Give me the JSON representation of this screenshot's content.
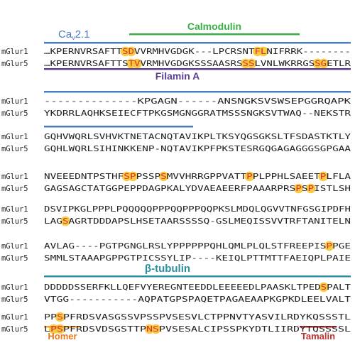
{
  "labels": {
    "cav": "Ca",
    "cav_sub": "v",
    "cav_rest": "2.1",
    "calmodulin": "Calmodulin",
    "filamin": "Filamin A",
    "btubulin": "β-tubulin",
    "homer": "Homer",
    "tamalin": "Tamalin"
  },
  "colors": {
    "blue": "#4a7cc0",
    "green": "#3aaf45",
    "purple": "#5b3f8c",
    "teal": "#2b8ea3",
    "orange": "#e8771c",
    "red": "#c0302e",
    "highlight": "#f7c433",
    "highlight_text": "#d9322a"
  },
  "blocks": [
    {
      "rows": [
        {
          "name": "mGlur1",
          "seq": "…KPERNVRSAFTTSDVVRMHVGDGK---LPCRSNTFLNIFRRK--------"
        },
        {
          "name": "mGlur5",
          "seq": "…KPERNVRSAFTTSTVVRMHVGDGKSSSAASRSSSLVNLWKRRGSSGETLR"
        }
      ]
    },
    {
      "rows": [
        {
          "name": "mGlur1",
          "seq": "--------------KPGAGN------ANSNGKSVSWSEPGGRQAPK"
        },
        {
          "name": "mGlur5",
          "seq": "YKDRRLAQHKSEIECFTPKGSMGNGGRATMSSSNGKSVTWAQ--NEKSTR"
        }
      ]
    },
    {
      "rows": [
        {
          "name": "mGlur1",
          "seq": "GQHVWQRLSVHVKTNETACNQTAVIKPLTKSYQGSGKSLTFSDASTKTLY"
        },
        {
          "name": "mGlur5",
          "seq": "GQHLWQRLSIHINKKENP-NQTAVIKPFPKSTESRGQGAGAGGGSGPGAA"
        }
      ]
    },
    {
      "rows": [
        {
          "name": "mGlur1",
          "seq": "NVEEEDNTPSTHFSPPSSPSMVVHRRGPPVATTPPLPPHLSAEETPLFLA"
        },
        {
          "name": "mGlur5",
          "seq": "GAGSAGCTATGGPEPPDAGPKALYDVAEAEERFPAAARPRSPSPISTLSH"
        }
      ]
    },
    {
      "rows": [
        {
          "name": "mGlur1",
          "seq": "DSVIPKGLPPPLPQQQQQPPPQQPPPQQPKSLMDQLQGVVTNFGSGIPDFH"
        },
        {
          "name": "mGlur5",
          "seq": "LAGSAGRTDDDAPSLHSETAARSSSSQ-GSLMEQISSVVTRFTANITELN"
        }
      ]
    },
    {
      "rows": [
        {
          "name": "mGlur1",
          "seq": "AVLAG----PGTPGNGLRSLYPPPPPPQHLQMLPLQLSTFREEPISPPGE"
        },
        {
          "name": "mGlur5",
          "seq": "SMMLSTAAAPGPPGTPICSSYLIP----KEIQLPTTMTTFAEIQPLPAIE"
        }
      ]
    },
    {
      "rows": [
        {
          "name": "mGlur1",
          "seq": "DDDDDSSERFKLLQEFVYEREGNTEEDDLEEEEEDLPAASKLTPEDSPALT"
        },
        {
          "name": "mGlur5",
          "seq": "VTGG-----------AQPATGPSPAQETPAGAEAAPKGPKDLEELVALT"
        }
      ]
    },
    {
      "rows": [
        {
          "name": "mGlur1",
          "seq": "PPSPFRDSVASGSSVPSSPVSESVLCTPPNVTYASVILRDYKQSSSTL"
        },
        {
          "name": "mGlur5",
          "seq": "LPSPFRDSVDSGSTTPNSPVSESALCIPSSPKYDTLIIRDYTQSSSSL"
        }
      ]
    }
  ]
}
